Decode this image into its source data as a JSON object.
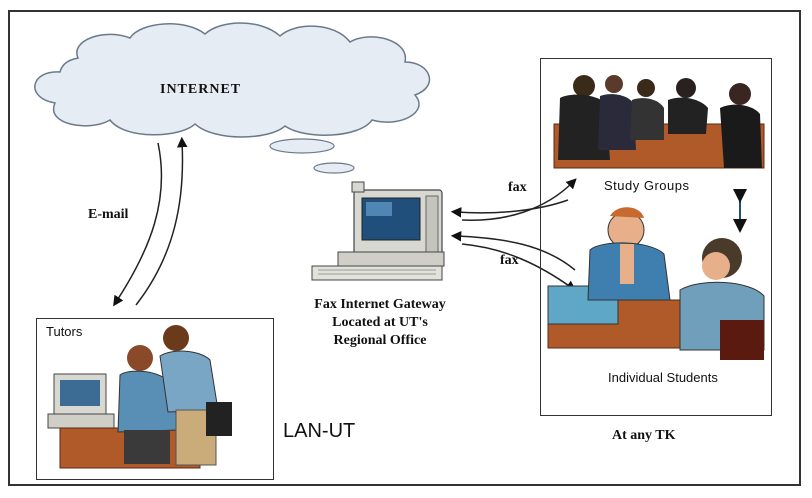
{
  "cloud": {
    "label": "INTERNET"
  },
  "email_label": "E-mail",
  "fax_label_top": "fax",
  "fax_label_bottom": "fax",
  "gateway": {
    "line1": "Fax Internet Gateway",
    "line2": "Located at UT's",
    "line3": "Regional Office"
  },
  "tutors": {
    "label": "Tutors"
  },
  "lan_label": "LAN-UT",
  "study_groups": {
    "label": "Study Groups"
  },
  "individual_students": {
    "label": "Individual Students"
  },
  "site_label": "At any TK",
  "colors": {
    "cloud_fill": "#e6ecf4",
    "cloud_stroke": "#6b7a8a",
    "monitor_screen": "#1f4f7a",
    "table": "#b05a2a"
  }
}
